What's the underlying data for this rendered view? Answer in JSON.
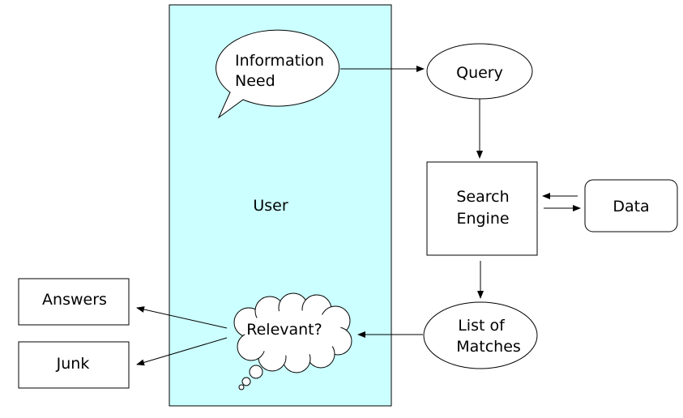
{
  "diagram": {
    "user_label": "User",
    "information_need": [
      "Information",
      "Need"
    ],
    "query": "Query",
    "search_engine": [
      "Search",
      "Engine"
    ],
    "data": "Data",
    "list_of_matches": [
      "List of",
      "Matches"
    ],
    "relevant": "Relevant?",
    "answers": "Answers",
    "junk": "Junk"
  },
  "colors": {
    "user_panel_fill": "#ccffff",
    "stroke": "#000000",
    "background": "#ffffff"
  }
}
